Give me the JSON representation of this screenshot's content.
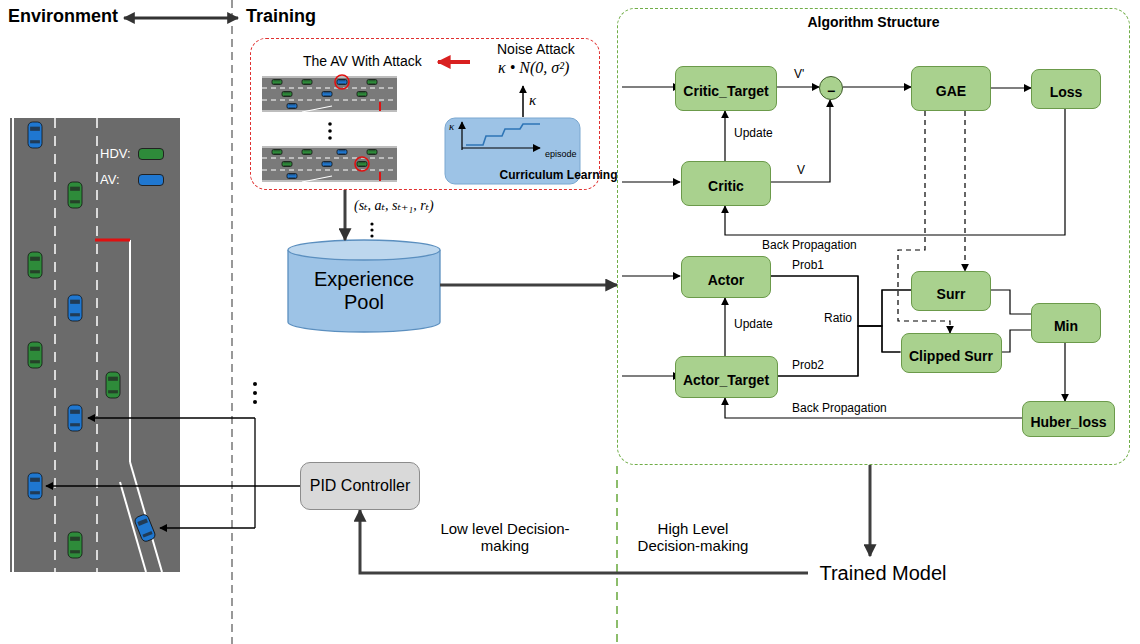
{
  "diagram": {
    "nodes": [
      {
        "text": [
          "The AV With Attack"
        ]
      },
      {
        "text": [
          "Curriculum Learning"
        ],
        "in": 0
      },
      {
        "text": [
          "Experience Pool"
        ]
      },
      {
        "text": [
          "Algorithm Structure"
        ]
      },
      {
        "text": [
          "Critic_Target"
        ],
        "in": 3
      },
      {
        "text": [
          "Critic"
        ],
        "in": 3
      },
      {
        "text": [
          "−"
        ],
        "in": 3
      },
      {
        "text": [
          "GAE"
        ],
        "in": 3
      },
      {
        "text": [
          "Loss"
        ],
        "in": 3
      },
      {
        "text": [
          "Actor"
        ],
        "in": 3
      },
      {
        "text": [
          "Actor_Target"
        ],
        "in": 3
      },
      {
        "text": [
          "Surr"
        ],
        "in": 3
      },
      {
        "text": [
          "Clipped Surr"
        ],
        "in": 3
      },
      {
        "text": [
          "Min"
        ],
        "in": 3
      },
      {
        "text": [
          "Huber_loss"
        ],
        "in": 3
      },
      {
        "text": [
          "PID Controller"
        ]
      },
      {
        "text": [
          "Trained Model"
        ]
      }
    ],
    "edges": [
      {
        "from": 0,
        "to": 2,
        "arrow": "to",
        "label": "(sₜ, aₜ, sₜ₊₁, rₜ)"
      },
      {
        "from": 2,
        "to": 3,
        "arrow": "to"
      },
      {
        "from": 3,
        "to": 16,
        "arrow": "to"
      },
      {
        "from": 16,
        "to": 15,
        "arrow": "to"
      },
      {
        "from": 4,
        "to": 6,
        "arrow": "to",
        "label": "V'"
      },
      {
        "from": 5,
        "to": 6,
        "arrow": "to",
        "label": "V"
      },
      {
        "from": 5,
        "to": 4,
        "arrow": "to",
        "label": "Update"
      },
      {
        "from": 6,
        "to": 7,
        "arrow": "to"
      },
      {
        "from": 7,
        "to": 8,
        "arrow": "to"
      },
      {
        "from": 8,
        "to": 5,
        "arrow": "to",
        "label": "Back Propagation"
      },
      {
        "from": 7,
        "to": 11,
        "arrow": "to"
      },
      {
        "from": 7,
        "to": 12,
        "arrow": "to"
      },
      {
        "from": 9,
        "to": 11,
        "arrow": "none",
        "label": "Prob1"
      },
      {
        "from": 10,
        "to": 11,
        "arrow": "none",
        "label": "Prob2"
      },
      {
        "from": 9,
        "to": 12,
        "arrow": "none"
      },
      {
        "from": 10,
        "to": 12,
        "arrow": "none"
      },
      {
        "from": 10,
        "to": 9,
        "arrow": "to",
        "label": "Update"
      },
      {
        "from": 11,
        "to": 13,
        "arrow": "none"
      },
      {
        "from": 12,
        "to": 13,
        "arrow": "none"
      },
      {
        "from": 13,
        "to": 14,
        "arrow": "to"
      },
      {
        "from": 14,
        "to": 10,
        "arrow": "to",
        "label": "Back Propagation"
      }
    ],
    "labels": [
      "Environment",
      "Training",
      "Noise Attack",
      "κ • N(0, σ²)",
      "κ",
      "κ",
      "episode",
      "Ratio",
      "Low level Decision-making",
      "High Level Decision-making"
    ],
    "legend": [
      {
        "text": "HDV:",
        "color": "#2e8b3a"
      },
      {
        "text": "AV:",
        "color": "#1f77d0"
      }
    ]
  }
}
